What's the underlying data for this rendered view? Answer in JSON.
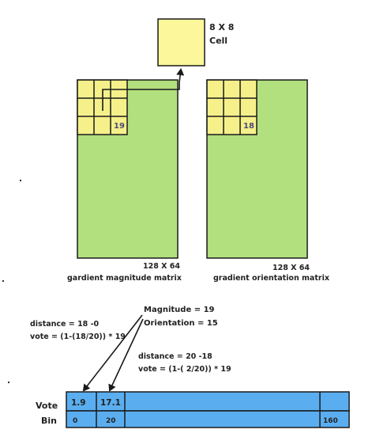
{
  "cell_label_line1": "8 X 8",
  "cell_label_line2": "Cell",
  "magnitude_cell_value": "19",
  "orientation_cell_value": "18",
  "magnitude_size": "128 X 64",
  "magnitude_caption": "gardient magnitude matrix",
  "orientation_size": "128 X 64",
  "orientation_caption": "gradient orientation matrix",
  "magnitude_text": "Magnitude =  19",
  "orientation_text": "Orientation = 15",
  "left_calc": {
    "distance": "distance = 18 -0",
    "vote": "vote = (1-(18/20)) * 19"
  },
  "right_calc": {
    "distance": "distance = 20 -18",
    "vote": "vote = (1-( 2/20)) * 19"
  },
  "row_labels": {
    "vote": "Vote",
    "bin": "Bin"
  },
  "votes": [
    "1.9",
    "17.1"
  ],
  "bins": [
    "0",
    "20",
    "160"
  ],
  "colors": {
    "green": "#b2e07e",
    "yellow": "#f5f08a",
    "light_yellow": "#fbf79a",
    "blue": "#5aaef0",
    "outline": "#1a1a1a"
  }
}
